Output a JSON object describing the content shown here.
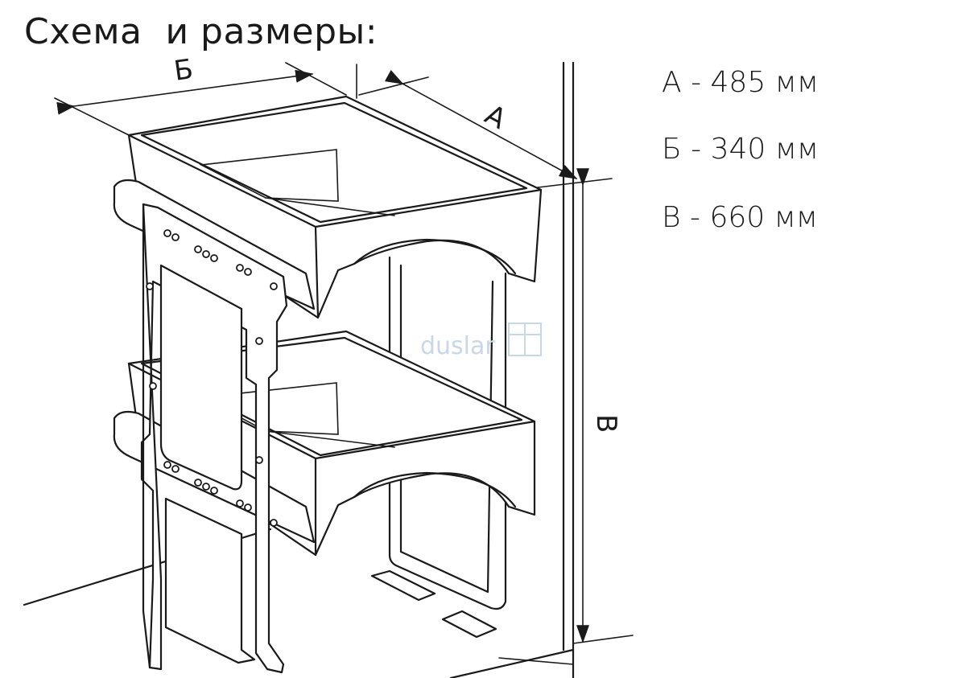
{
  "title": "Схема  и размеры:",
  "dimensions": [
    {
      "label": "А - 485 мм"
    },
    {
      "label": "Б - 340 мм"
    },
    {
      "label": "В - 660 мм"
    }
  ],
  "diagram_labels": {
    "dim_a": "А",
    "dim_b": "Б",
    "dim_c": "В"
  },
  "watermark": "duslar"
}
